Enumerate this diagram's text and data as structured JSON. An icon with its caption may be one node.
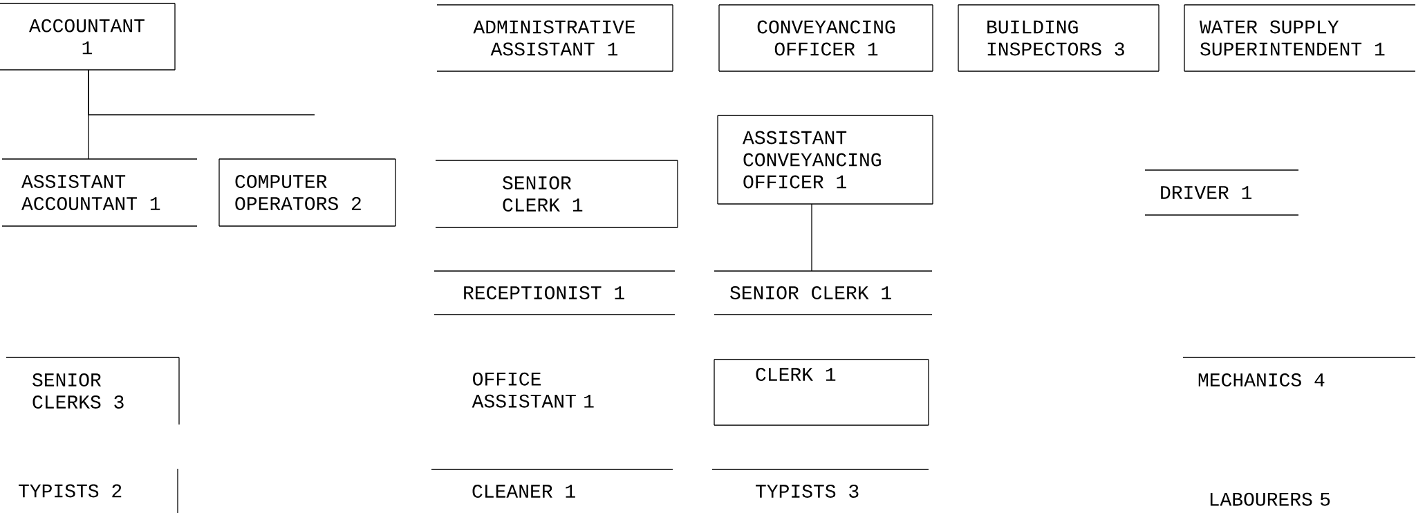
{
  "diagram": {
    "nodes": [
      {
        "text": [
          "ACCOUNTANT 1"
        ]
      },
      {
        "text": [
          "ADMINISTRATIVE ASSISTANT 1"
        ]
      },
      {
        "text": [
          "CONVEYANCING OFFICER 1"
        ]
      },
      {
        "text": [
          "BUILDING INSPECTORS 3"
        ]
      },
      {
        "text": [
          "WATER SUPPLY SUPERINTENDENT 1"
        ]
      },
      {
        "text": [
          "ASSISTANT ACCOUNTANT 1"
        ]
      },
      {
        "text": [
          "COMPUTER OPERATORS 2"
        ]
      },
      {
        "text": [
          "SENIOR CLERK 1"
        ]
      },
      {
        "text": [
          "ASSISTANT CONVEYANCING OFFICER 1"
        ]
      },
      {
        "text": [
          "DRIVER 1"
        ]
      },
      {
        "text": [
          "RECEPTIONIST 1"
        ]
      },
      {
        "text": [
          "SENIOR CLERK 1"
        ]
      },
      {
        "text": [
          "SENIOR CLERKS 3"
        ]
      },
      {
        "text": [
          "CLERK 1"
        ]
      },
      {
        "text": [
          "MECHANICS 4"
        ]
      },
      {
        "text": [
          "TYPISTS 2"
        ]
      },
      {
        "text": [
          "CLEANER 1"
        ]
      },
      {
        "text": [
          "TYPISTS 3"
        ]
      }
    ],
    "edges": [
      {
        "from": 0,
        "to": 5,
        "arrow": "none"
      },
      {
        "from": 0,
        "to": null,
        "arrow": "none"
      },
      {
        "from": 8,
        "to": 11,
        "arrow": "none"
      }
    ],
    "labels": [
      "OFFICE ASSISTANT 1",
      "LABOURERS 5"
    ]
  }
}
